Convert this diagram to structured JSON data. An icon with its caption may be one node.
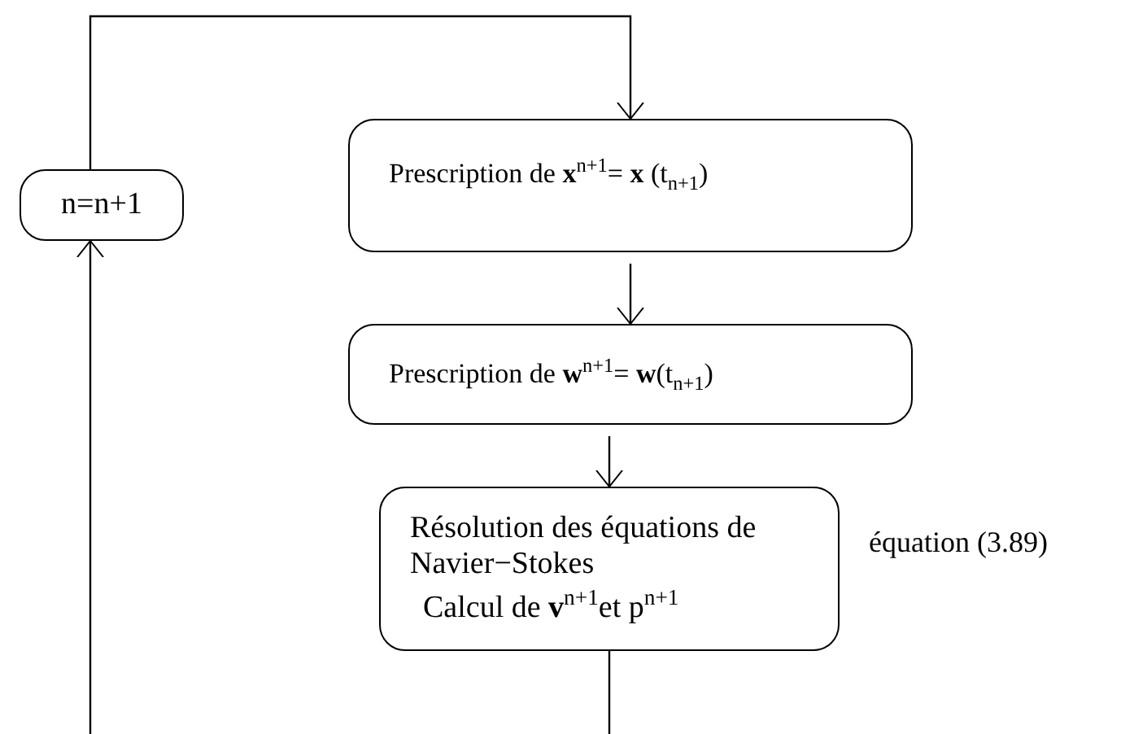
{
  "diagram": {
    "nodes": [
      {
        "text": [
          "n=n+1"
        ]
      },
      {
        "text": [
          "Prescription de **x**$^{n+1}$= **x** (t$_{n+1}$)"
        ]
      },
      {
        "text": [
          "Prescription de **w**$^{n+1}$= **w**(t$_{n+1}$)"
        ]
      },
      {
        "text": [
          "Résolution des équations de Navier−Stokes",
          "Calcul de **v**$^{n+1}$et p$^{n+1}$"
        ],
        "beside": [
          "équation (3.89)"
        ]
      }
    ],
    "edges": [
      {
        "from": 0,
        "to": 1,
        "arrow": "to"
      },
      {
        "from": 1,
        "to": 2,
        "arrow": "to"
      },
      {
        "from": 2,
        "to": 3,
        "arrow": "to"
      },
      {
        "from": 3,
        "to": null,
        "arrow": "none"
      },
      {
        "from": null,
        "to": 0,
        "arrow": "to"
      }
    ]
  }
}
